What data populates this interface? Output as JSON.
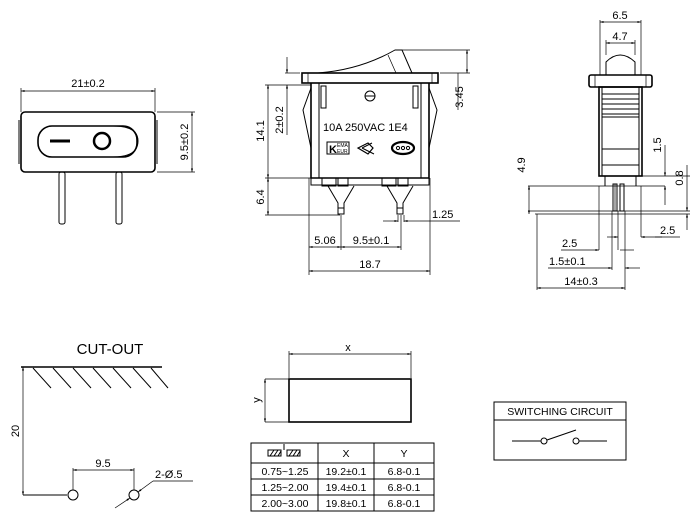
{
  "front_view": {
    "width_dim": "21±0.2",
    "height_dim": "9.5±0.2"
  },
  "side_view": {
    "rocker_dim": "3.45",
    "total_height_dim": "14.1",
    "clip_dim": "2±0.2",
    "pin_length_dim": "6.4",
    "pin_thickness_dim": "1.25",
    "edge_to_pin_dim": "5.06",
    "pin_pitch_dim": "9.5±0.1",
    "body_width_dim": "18.7",
    "rating_label": "10A  250VAC  1E4",
    "cert_kema_top": "EMA",
    "cert_kema_bottom": "EUR",
    "cert_kema_letter": "K"
  },
  "end_view": {
    "rocker_outer_dim": "6.5",
    "rocker_inner_dim": "4.7",
    "dim_1_5": "1.5",
    "dim_4_9": "4.9",
    "dim_0_8": "0.8",
    "dim_2_5_right": "2.5",
    "dim_2_5_left": "2.5",
    "pin_width_dim": "1.5±0.1",
    "depth_dim": "14±0.3"
  },
  "cutout": {
    "title": "CUT-OUT",
    "height_dim": "20",
    "pitch_dim": "9.5",
    "hole_dim": "2-Ø.5"
  },
  "panel_hole": {
    "x_label": "x",
    "y_label": "y"
  },
  "panel_table": {
    "headers": [
      "",
      "X",
      "Y"
    ],
    "rows": [
      [
        "0.75~1.25",
        "19.2±0.1",
        "6.8-0.1"
      ],
      [
        "1.25~2.00",
        "19.4±0.1",
        "6.8-0.1"
      ],
      [
        "2.00~3.00",
        "19.8±0.1",
        "6.8-0.1"
      ]
    ]
  },
  "switching_circuit": {
    "title": "SWITCHING CIRCUIT"
  }
}
